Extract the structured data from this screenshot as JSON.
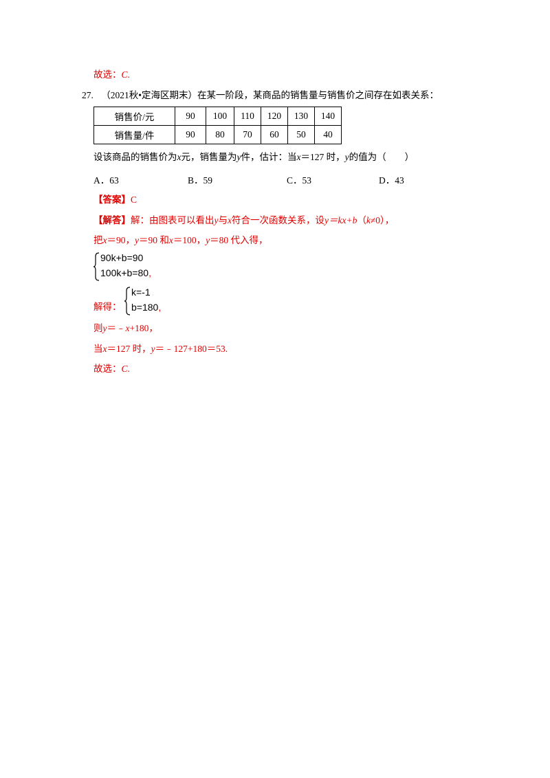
{
  "prev_choice": {
    "label": "故选：",
    "answer": "C",
    "period": "."
  },
  "question": {
    "number": "27.",
    "source": "（2021秋•定海区期末）",
    "stem": "在某一阶段，某商品的销售量与销售价之间存在如表关系：",
    "table": {
      "rows": [
        {
          "header": "销售价/元",
          "values": [
            "90",
            "100",
            "110",
            "120",
            "130",
            "140"
          ]
        },
        {
          "header": "销售量/件",
          "values": [
            "90",
            "80",
            "70",
            "60",
            "50",
            "40"
          ]
        }
      ]
    },
    "prompt": {
      "p1": "设该商品的销售价为",
      "x": "x",
      "p2": "元，销售量为",
      "y": "y",
      "p3": "件，估计：当",
      "x2": "x",
      "p4": "＝127 时，",
      "y2": "y",
      "p5": "的值为（　　）"
    },
    "options": [
      {
        "label": "A．63"
      },
      {
        "label": "B．59"
      },
      {
        "label": "C．53"
      },
      {
        "label": "D．43"
      }
    ]
  },
  "answer": {
    "tag": "【答案】",
    "value": "C"
  },
  "solution": {
    "tag": "【解答】",
    "line1": {
      "a": "解：由图表可以看出",
      "y": "y",
      "b": "与",
      "x": "x",
      "c": "符合一次函数关系，设",
      "formula": "y＝kx+b",
      "d": "（",
      "k": "k",
      "e": "≠0），"
    },
    "line2": {
      "a": "把",
      "x1": "x",
      "b": "＝90，",
      "y1": "y",
      "c": "＝90 和",
      "x2": "x",
      "d": "＝100，",
      "y2": "y",
      "e": "＝80 代入得，"
    },
    "system1": {
      "eq1": "90k+b=90",
      "eq2": "100k+b=80",
      "end": ","
    },
    "system2": {
      "label": "解得：",
      "eq1": "k=-1",
      "eq2": "b=180",
      "end": ","
    },
    "line3": {
      "a": "则",
      "y": "y",
      "b": "＝﹣",
      "x": "x",
      "c": "+180，"
    },
    "line4": {
      "a": "当",
      "x": "x",
      "b": "＝127 时，",
      "y": "y",
      "c": "＝﹣127+180＝53."
    },
    "choice": {
      "label": "故选：",
      "answer": "C",
      "period": "."
    }
  }
}
